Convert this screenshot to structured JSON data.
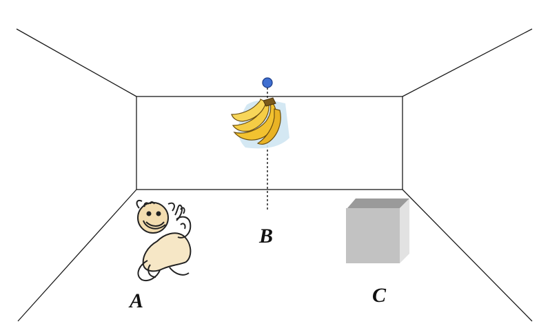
{
  "labels": {
    "monkey": "A",
    "banana": "B",
    "box": "C"
  },
  "icons": {
    "monkey": "monkey-icon",
    "banana": "banana-bunch-icon",
    "box": "box-icon",
    "hook": "hook-dot-icon"
  },
  "colors": {
    "line": "#1a1a1a",
    "hook": "#3f6fd1",
    "banana": "#f2c230",
    "box_front": "#c2c2c2",
    "box_top": "#9a9a9a",
    "box_side": "#e2e2e2"
  }
}
